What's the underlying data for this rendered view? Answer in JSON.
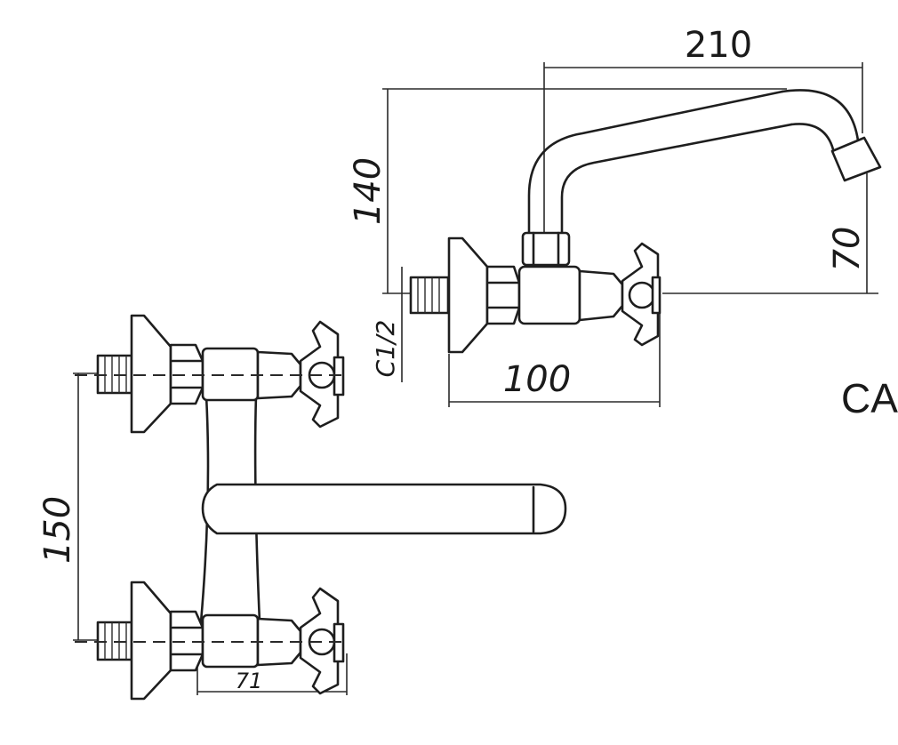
{
  "dimensions": {
    "spout_reach": "210",
    "total_height": "140",
    "spout_height": "70",
    "body_length": "100",
    "thread": "C1/2",
    "centers": "150",
    "handle_offset": "71"
  },
  "label": "CA"
}
